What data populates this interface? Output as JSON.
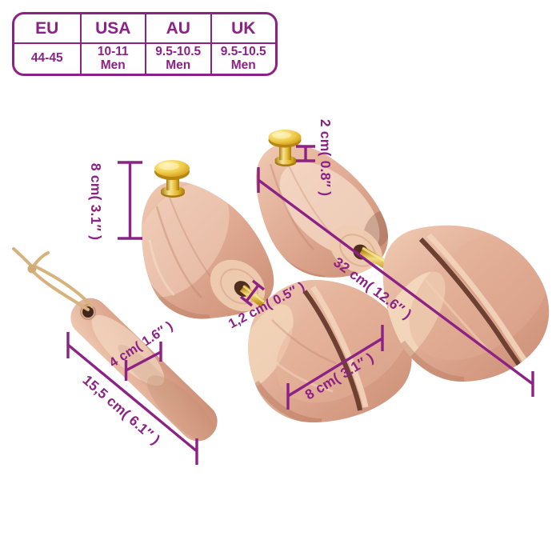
{
  "product": {
    "description": "cedar shoe stretcher pair with brass knobs and shoe horn, dimension diagram"
  },
  "size_table": {
    "columns": [
      {
        "header": "EU",
        "size": "44-45",
        "suffix": ""
      },
      {
        "header": "USA",
        "size": "10-11",
        "suffix": "Men"
      },
      {
        "header": "AU",
        "size": "9.5-10.5",
        "suffix": "Men"
      },
      {
        "header": "UK",
        "size": "9.5-10.5",
        "suffix": "Men"
      }
    ]
  },
  "dimension_labels": {
    "front_height": "8 cm( 3.1″ )",
    "knob_height": "2 cm( 0.8″ )",
    "total_length": "32 cm( 12.6″ )",
    "rod_diameter": "1,2 cm( 0.5″ )",
    "heel_width": "8 cm( 3.1″ )",
    "horn_width": "4 cm( 1.6″ )",
    "horn_length": "15,5 cm( 6.1″ )"
  },
  "colors": {
    "accent_purple": "#8c2186",
    "wood_light": "#f2d5bd",
    "wood_mid": "#dda791",
    "wood_dark": "#c98e74",
    "brass_gold": "#e9c13e",
    "leather_cord": "#d6b27c",
    "background": "#ffffff"
  }
}
